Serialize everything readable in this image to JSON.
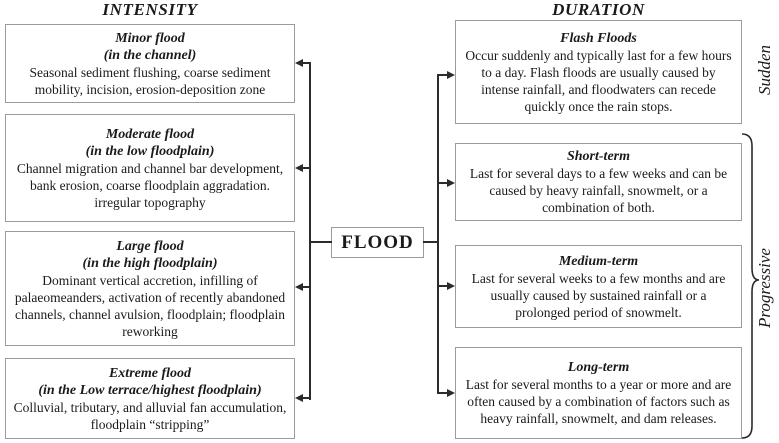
{
  "intensity": {
    "header": "INTENSITY",
    "boxes": [
      {
        "title": "Minor flood",
        "subtitle": "(in the channel)",
        "body": "Seasonal sediment flushing, coarse sediment mobility, incision, erosion-deposition zone"
      },
      {
        "title": "Moderate flood",
        "subtitle": "(in the low floodplain)",
        "body": "Channel migration and channel bar development, bank erosion, coarse floodplain aggradation. irregular topography"
      },
      {
        "title": "Large flood",
        "subtitle": "(in the high floodplain)",
        "body": "Dominant vertical accretion, infilling of palaeomeanders, activation of recently abandoned channels, channel avulsion, floodplain; floodplain reworking"
      },
      {
        "title": "Extreme flood",
        "subtitle": "(in the Low terrace/highest floodplain)",
        "body": "Colluvial, tributary, and alluvial fan accumulation, floodplain “stripping”"
      }
    ]
  },
  "duration": {
    "header": "DURATION",
    "boxes": [
      {
        "title": "Flash Floods",
        "body": "Occur suddenly and typically last for a few hours to a day. Flash floods are usually caused by intense rainfall, and floodwaters can recede quickly once the rain stops."
      },
      {
        "title": "Short-term",
        "body": "Last for several days to a few weeks and can be caused by heavy rainfall, snowmelt, or a combination of both."
      },
      {
        "title": "Medium-term",
        "body": "Last for several weeks to a few months and are usually caused by sustained rainfall or a prolonged period of snowmelt."
      },
      {
        "title": "Long-term",
        "body": "Last for several months to a year or more and are often caused by a combination of factors such as heavy rainfall, snowmelt, and dam releases."
      }
    ],
    "side_labels": {
      "sudden": "Sudden",
      "progressive": "Progressive"
    }
  },
  "center": {
    "flood_label": "FLOOD"
  },
  "colors": {
    "line": "#2b2b2b",
    "box_border": "#9b9b9b",
    "text": "#1a1a1a",
    "background": "#ffffff"
  }
}
